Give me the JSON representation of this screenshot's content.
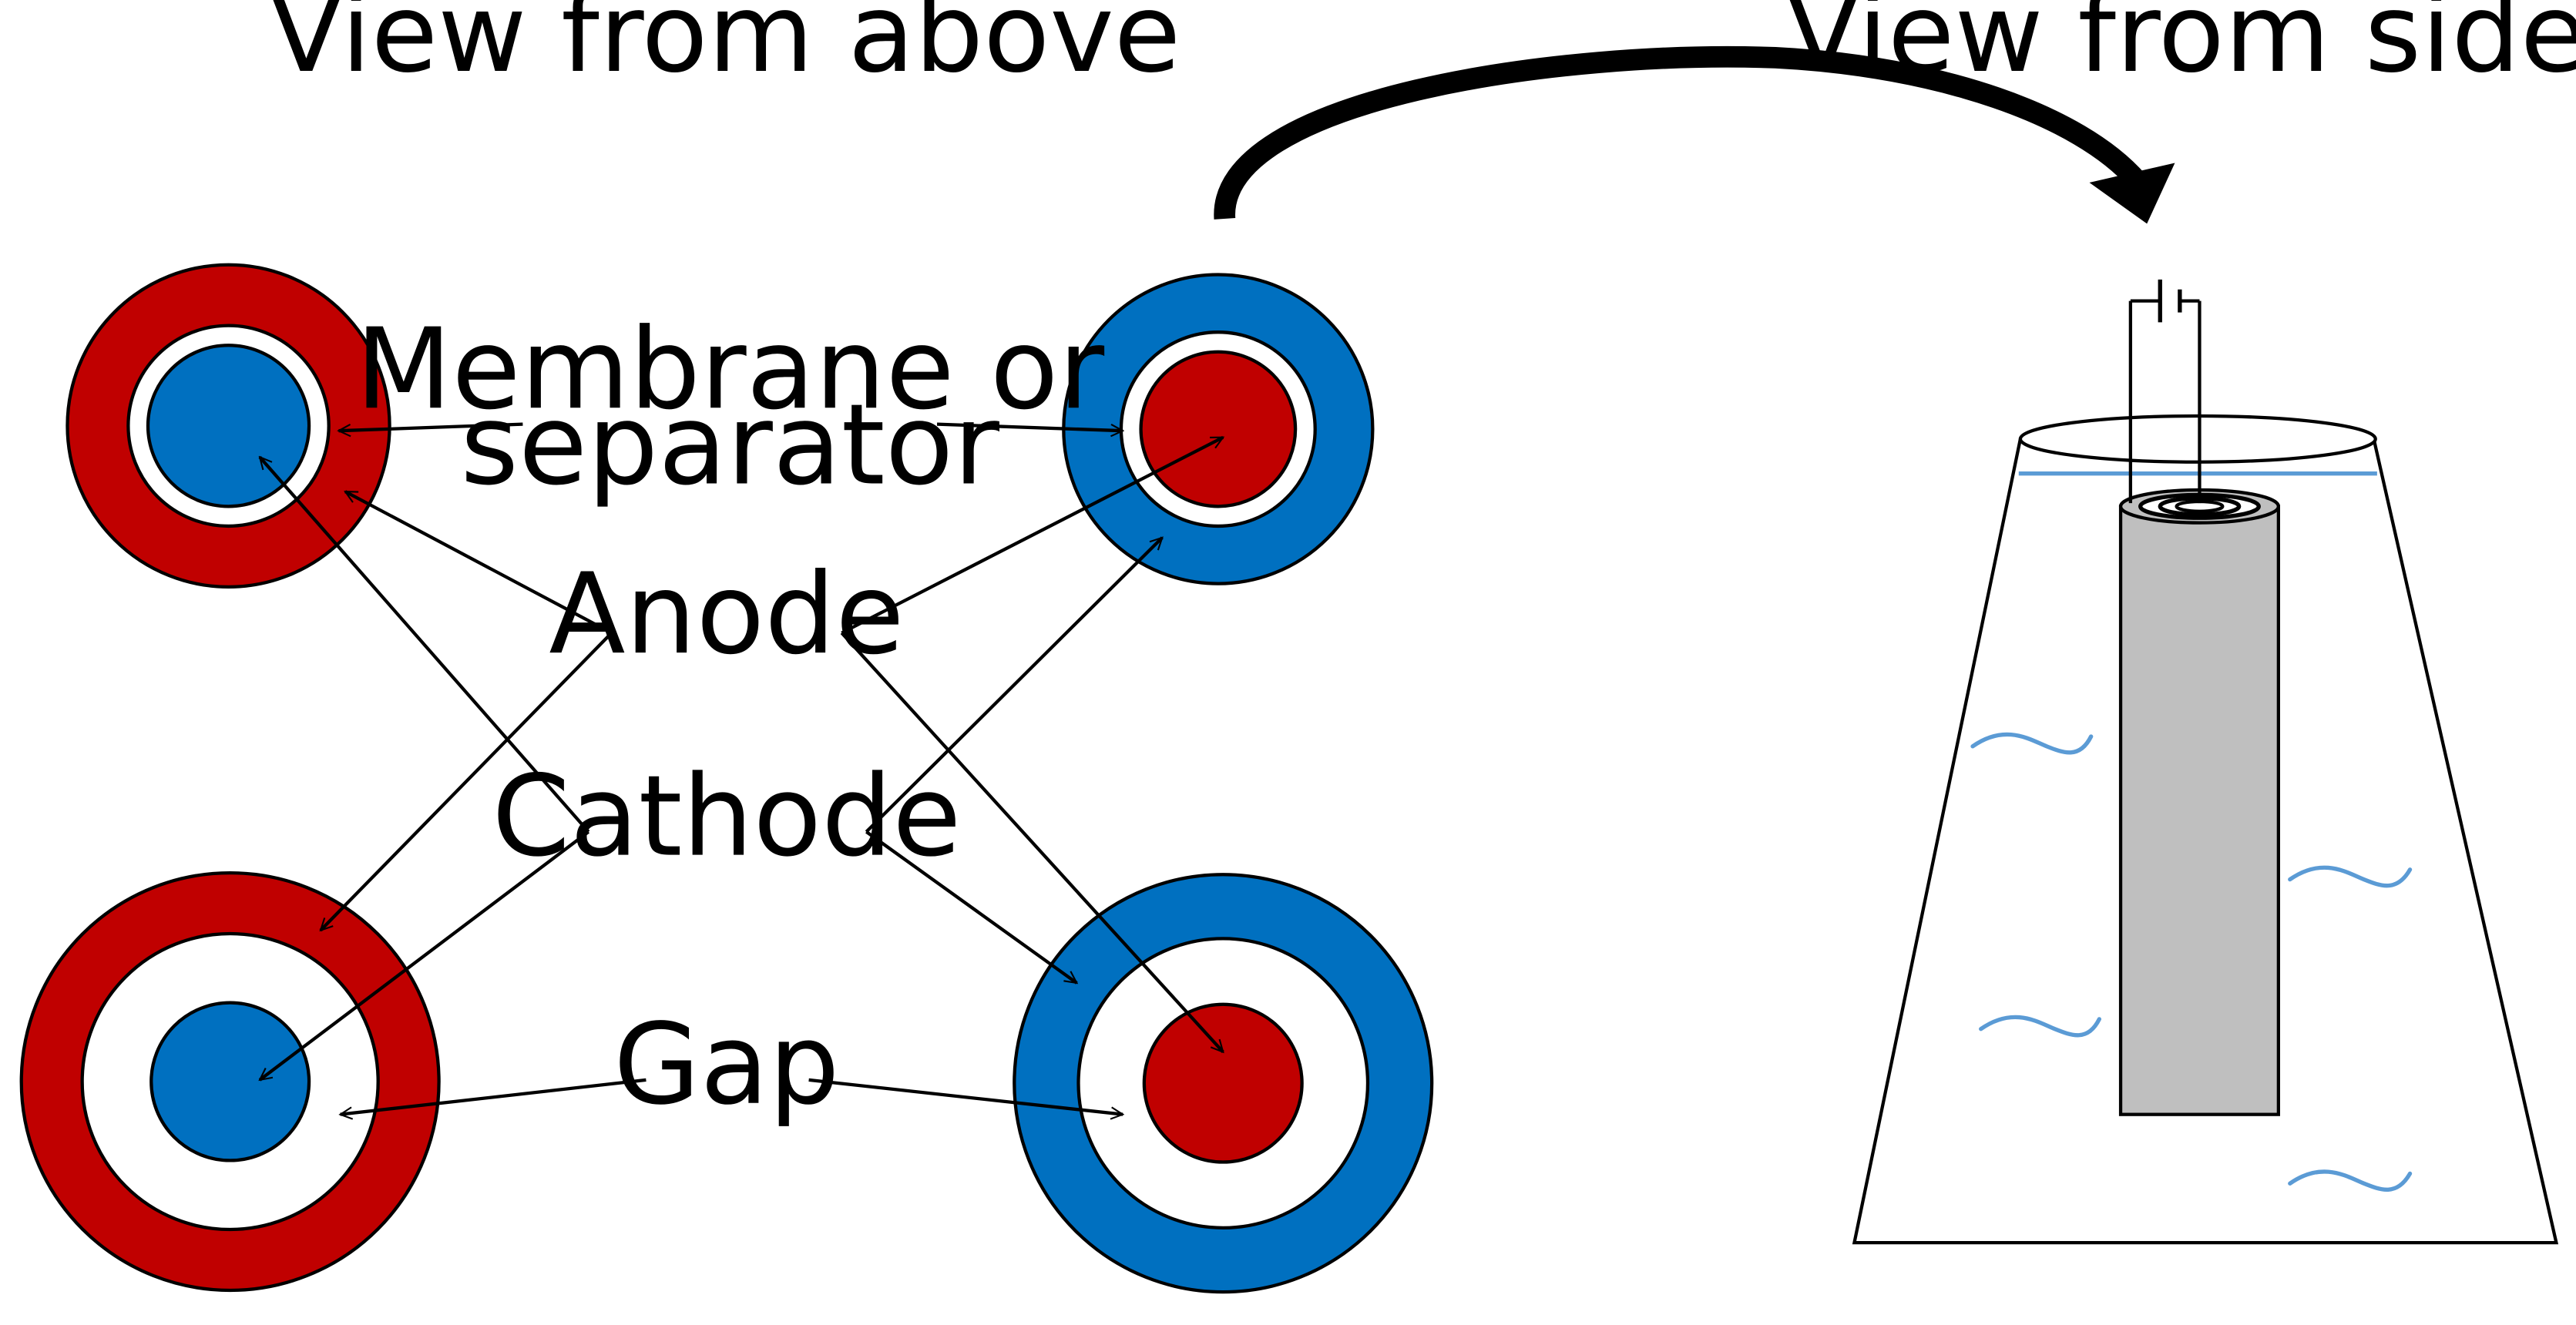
{
  "headings": {
    "above": "View from above",
    "side": "View from side"
  },
  "labels": {
    "membrane_line1": "Membrane or",
    "membrane_line2": "separator",
    "anode": "Anode",
    "cathode": "Cathode",
    "gap": "Gap"
  },
  "colors": {
    "red": "#C00000",
    "blue": "#0070C0",
    "water": "#5B9BD5",
    "cylinder_fill": "#BFBFBF",
    "outline": "#000000",
    "background": "#FFFFFF"
  }
}
